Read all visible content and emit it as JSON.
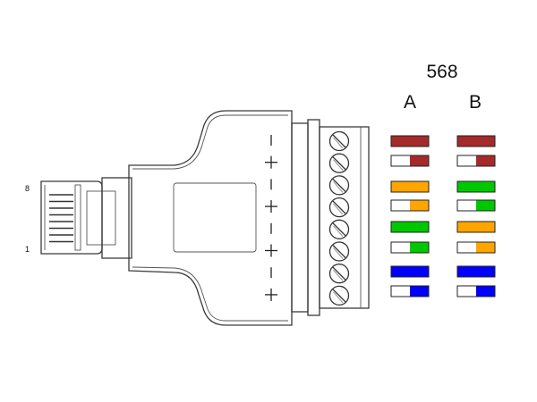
{
  "diagram": {
    "standard_label": "568",
    "columns": [
      {
        "label": "A",
        "wires": [
          {
            "color": "#a52a2a",
            "solid": true
          },
          {
            "color": "#a52a2a",
            "solid": false
          },
          {
            "color": "#ffa500",
            "solid": true
          },
          {
            "color": "#ffa500",
            "solid": false
          },
          {
            "color": "#00c800",
            "solid": true
          },
          {
            "color": "#00c800",
            "solid": false
          },
          {
            "color": "#0000ff",
            "solid": true
          },
          {
            "color": "#0000ff",
            "solid": false
          }
        ]
      },
      {
        "label": "B",
        "wires": [
          {
            "color": "#a52a2a",
            "solid": true
          },
          {
            "color": "#a52a2a",
            "solid": false
          },
          {
            "color": "#00c800",
            "solid": true
          },
          {
            "color": "#00c800",
            "solid": false
          },
          {
            "color": "#ffa500",
            "solid": true
          },
          {
            "color": "#ffa500",
            "solid": false
          },
          {
            "color": "#0000ff",
            "solid": true
          },
          {
            "color": "#0000ff",
            "solid": false
          }
        ]
      }
    ],
    "plug_pins": {
      "top": "8",
      "bottom": "1"
    },
    "polarity_marks": [
      "−",
      "+",
      "−",
      "+",
      "−",
      "+",
      "−",
      "+"
    ],
    "screw_count": 8
  }
}
